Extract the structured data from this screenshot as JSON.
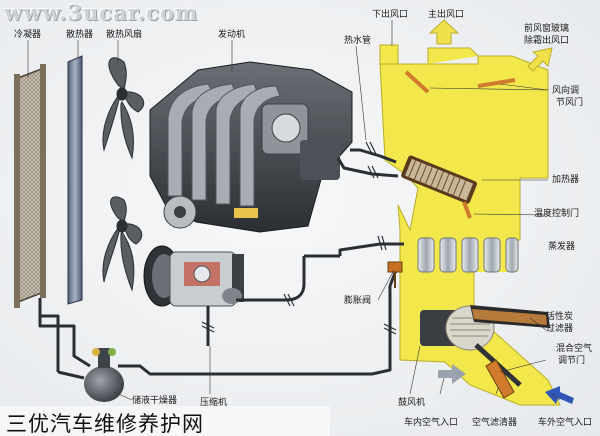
{
  "site_watermark": "www.3ucar.com",
  "footer_watermark": "三优汽车维修养护网",
  "labels": {
    "condenser": "冷凝器",
    "radiator": "散热器",
    "fan": "散热风扇",
    "engine": "发动机",
    "heater_hose": "热水管",
    "lower_vent": "下出风口",
    "main_vent": "主出风口",
    "defrost_vent_1": "前风窗玻璃",
    "defrost_vent_2": "除霜出风口",
    "direction_door_1": "风向调",
    "direction_door_2": "节风门",
    "heater": "加热器",
    "temp_door": "温度控制门",
    "evaporator": "蒸发器",
    "expansion_valve": "膨胀阀",
    "carbon_filter_1": "活性炭",
    "carbon_filter_2": "过滤器",
    "mix_door_1": "混合空气",
    "mix_door_2": "调节门",
    "blower": "鼓风机",
    "inside_air": "车内空气入口",
    "air_filter": "空气滤清器",
    "outside_air": "车外空气入口",
    "receiver_drier": "储液干燥器",
    "compressor": "压缩机"
  },
  "colors": {
    "duct_yellow": "#f2e84b",
    "flow_arrow": "#f0e14a",
    "outside_arrow": "#2f57b8",
    "inside_arrow": "#9aa2ad",
    "door_orange": "#d07a2c",
    "heater_brown": "#5a3a1c",
    "evaporator_gray": "#b8bfc6"
  }
}
